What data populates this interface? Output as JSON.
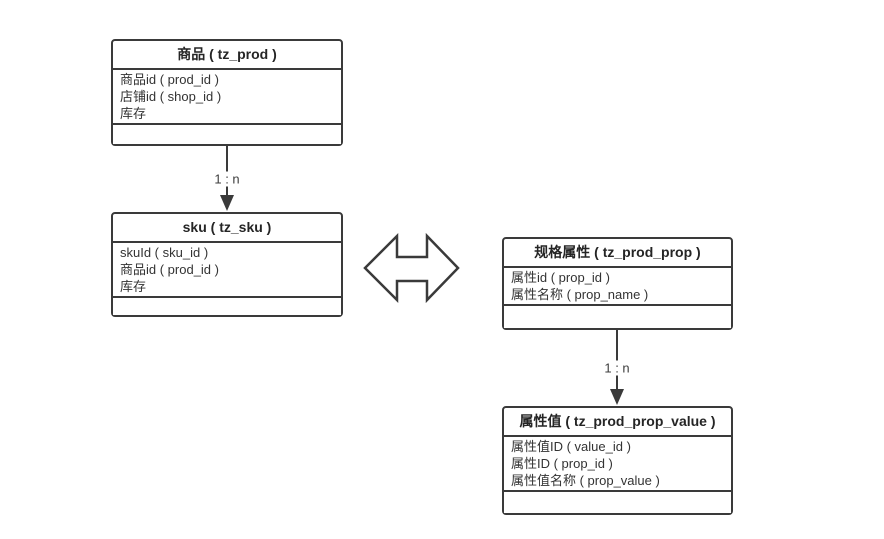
{
  "diagram": {
    "background": "#ffffff",
    "colors": {
      "box_border": "#3a3a3a",
      "line": "#3a3a3a",
      "title_text": "#252525",
      "field_text": "#333333",
      "label_text": "#3d3d3d"
    },
    "entities": [
      {
        "key": "prod",
        "title": "商品 ( tz_prod )",
        "fields": [
          "商品id ( prod_id )",
          "店铺id ( shop_id )",
          "库存"
        ]
      },
      {
        "key": "sku",
        "title": "sku ( tz_sku )",
        "fields": [
          "skuId ( sku_id )",
          "商品id ( prod_id )",
          "库存"
        ]
      },
      {
        "key": "prod_prop",
        "title": "规格属性 ( tz_prod_prop )",
        "fields": [
          "属性id ( prop_id )",
          "属性名称 ( prop_name )"
        ]
      },
      {
        "key": "prod_prop_value",
        "title": "属性值 ( tz_prod_prop_value )",
        "fields": [
          "属性值ID ( value_id )",
          "属性ID ( prop_id )",
          "属性值名称 ( prop_value )"
        ]
      }
    ],
    "relations": [
      {
        "from": "商品 ( tz_prod )",
        "to": "sku ( tz_sku )",
        "label": "1 : n",
        "type": "one-to-many"
      },
      {
        "from": "规格属性 ( tz_prod_prop )",
        "to": "属性值 ( tz_prod_prop_value )",
        "label": "1 : n",
        "type": "one-to-many"
      }
    ],
    "link": {
      "type": "double-arrow",
      "between": [
        "sku ( tz_sku )",
        "规格属性 ( tz_prod_prop )"
      ]
    }
  }
}
